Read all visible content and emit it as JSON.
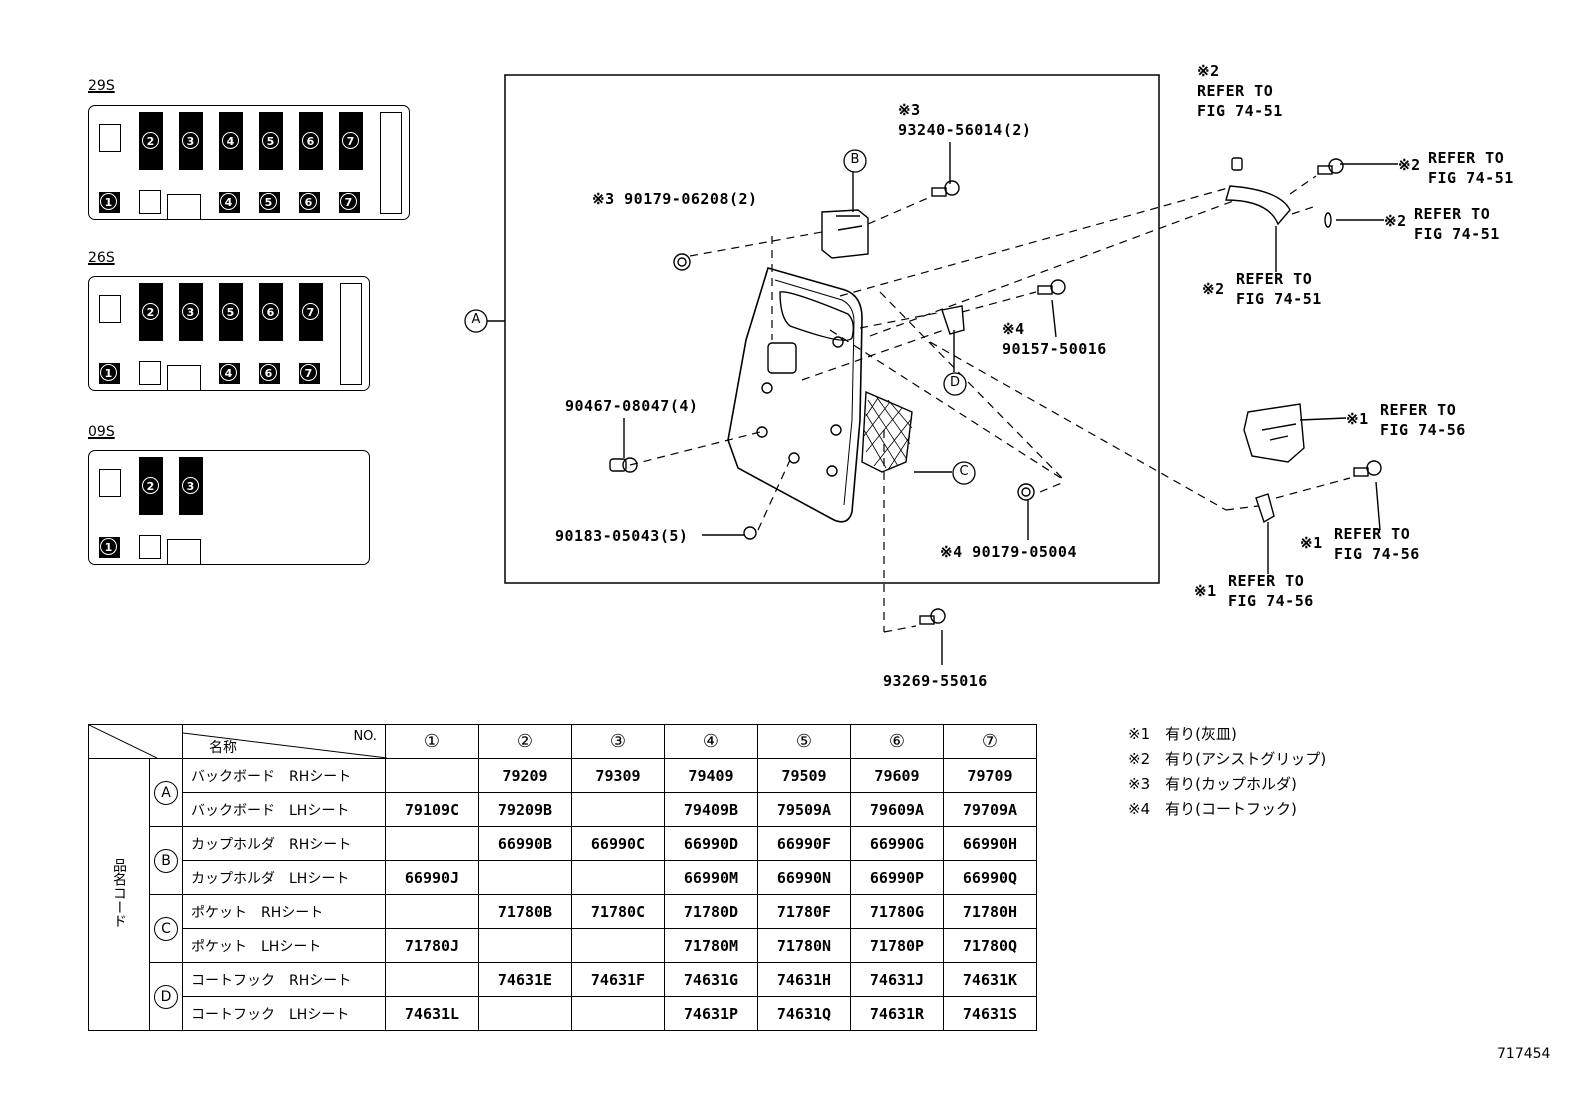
{
  "layouts": [
    {
      "title": "29S"
    },
    {
      "title": "26S"
    },
    {
      "title": "09S"
    }
  ],
  "labels": {
    "A": "A",
    "B": "B",
    "C": "C",
    "D": "D",
    "p1": "※3 90179-06208(2)",
    "p2_mark": "※3",
    "p2": "93240-56014(2)",
    "p3_mark": "※4",
    "p3": "90157-50016",
    "p4": "90467-08047(4)",
    "p5": "90183-05043(5)",
    "p6": "※4 90179-05004",
    "p7": "93269-55016",
    "r1_mark": "※2",
    "r1a": "REFER TO",
    "r1b": "FIG 74-51",
    "r2_mark": "※2",
    "r2a": "REFER TO",
    "r2b": "FIG 74-51",
    "r3_mark": "※2",
    "r3a": "REFER TO",
    "r3b": "FIG 74-51",
    "r4_mark": "※2",
    "r4a": "REFER TO",
    "r4b": "FIG 74-51",
    "r5_mark": "※1",
    "r5a": "REFER TO",
    "r5b": "FIG 74-56",
    "r6_mark": "※1",
    "r6a": "REFER TO",
    "r6b": "FIG 74-56",
    "r7_mark": "※1",
    "r7a": "REFER TO",
    "r7b": "FIG 74-56"
  },
  "table": {
    "corner_name": "名称",
    "corner_no": "NO.",
    "columns": [
      "①",
      "②",
      "③",
      "④",
      "⑤",
      "⑥",
      "⑦"
    ],
    "side_label": "品名コード",
    "groups": [
      {
        "letter": "A",
        "rows": [
          {
            "name": "バックボード　RHシート",
            "codes": [
              "",
              "79209",
              "79309",
              "79409",
              "79509",
              "79609",
              "79709"
            ]
          },
          {
            "name": "バックボード　LHシート",
            "codes": [
              "79109C",
              "79209B",
              "",
              "79409B",
              "79509A",
              "79609A",
              "79709A"
            ]
          }
        ]
      },
      {
        "letter": "B",
        "rows": [
          {
            "name": "カップホルダ　RHシート",
            "codes": [
              "",
              "66990B",
              "66990C",
              "66990D",
              "66990F",
              "66990G",
              "66990H"
            ]
          },
          {
            "name": "カップホルダ　LHシート",
            "codes": [
              "66990J",
              "",
              "",
              "66990M",
              "66990N",
              "66990P",
              "66990Q"
            ]
          }
        ]
      },
      {
        "letter": "C",
        "rows": [
          {
            "name": "ポケット　RHシート",
            "codes": [
              "",
              "71780B",
              "71780C",
              "71780D",
              "71780F",
              "71780G",
              "71780H"
            ]
          },
          {
            "name": "ポケット　LHシート",
            "codes": [
              "71780J",
              "",
              "",
              "71780M",
              "71780N",
              "71780P",
              "71780Q"
            ]
          }
        ]
      },
      {
        "letter": "D",
        "rows": [
          {
            "name": "コートフック　RHシート",
            "codes": [
              "",
              "74631E",
              "74631F",
              "74631G",
              "74631H",
              "74631J",
              "74631K"
            ]
          },
          {
            "name": "コートフック　LHシート",
            "codes": [
              "74631L",
              "",
              "",
              "74631P",
              "74631Q",
              "74631R",
              "74631S"
            ]
          }
        ]
      }
    ]
  },
  "notes": [
    "※1　有り(灰皿)",
    "※2　有り(アシストグリップ)",
    "※3　有り(カップホルダ)",
    "※4　有り(コートフック)"
  ],
  "figure_number": "717454"
}
